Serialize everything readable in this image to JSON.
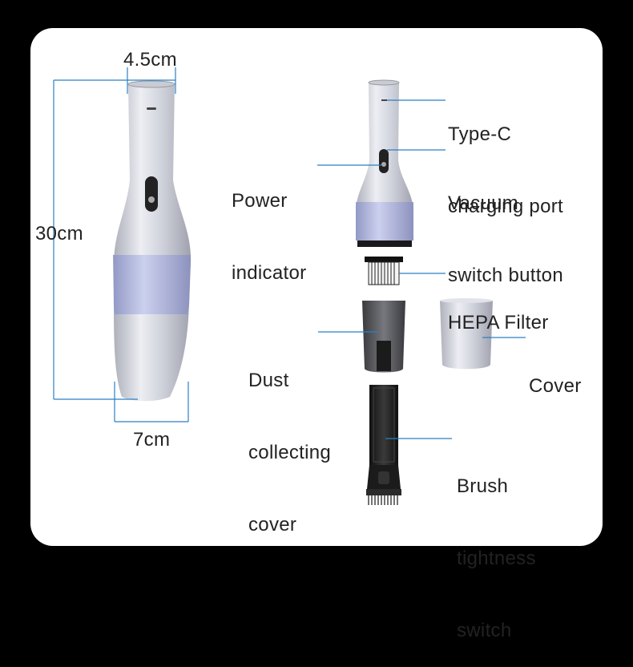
{
  "dimensions": {
    "top_width": "4.5cm",
    "height": "30cm",
    "bottom_width": "7cm"
  },
  "labels": {
    "type_c": [
      "Type-C",
      "charging port"
    ],
    "power_indicator": [
      "Power",
      "indicator"
    ],
    "vacuum_switch": [
      "Vacuum",
      "switch button"
    ],
    "hepa_filter": [
      "HEPA Filter"
    ],
    "dust_cover": [
      "Dust",
      "collecting",
      "cover"
    ],
    "cover": [
      "Cover"
    ],
    "brush_switch": [
      "Brush",
      "tightness",
      "switch"
    ]
  },
  "colors": {
    "background": "#000000",
    "card": "#ffffff",
    "leader_line": "#2a7fc4",
    "body_silver": "#d9dbe3",
    "band_lavender": "#aab0da"
  }
}
